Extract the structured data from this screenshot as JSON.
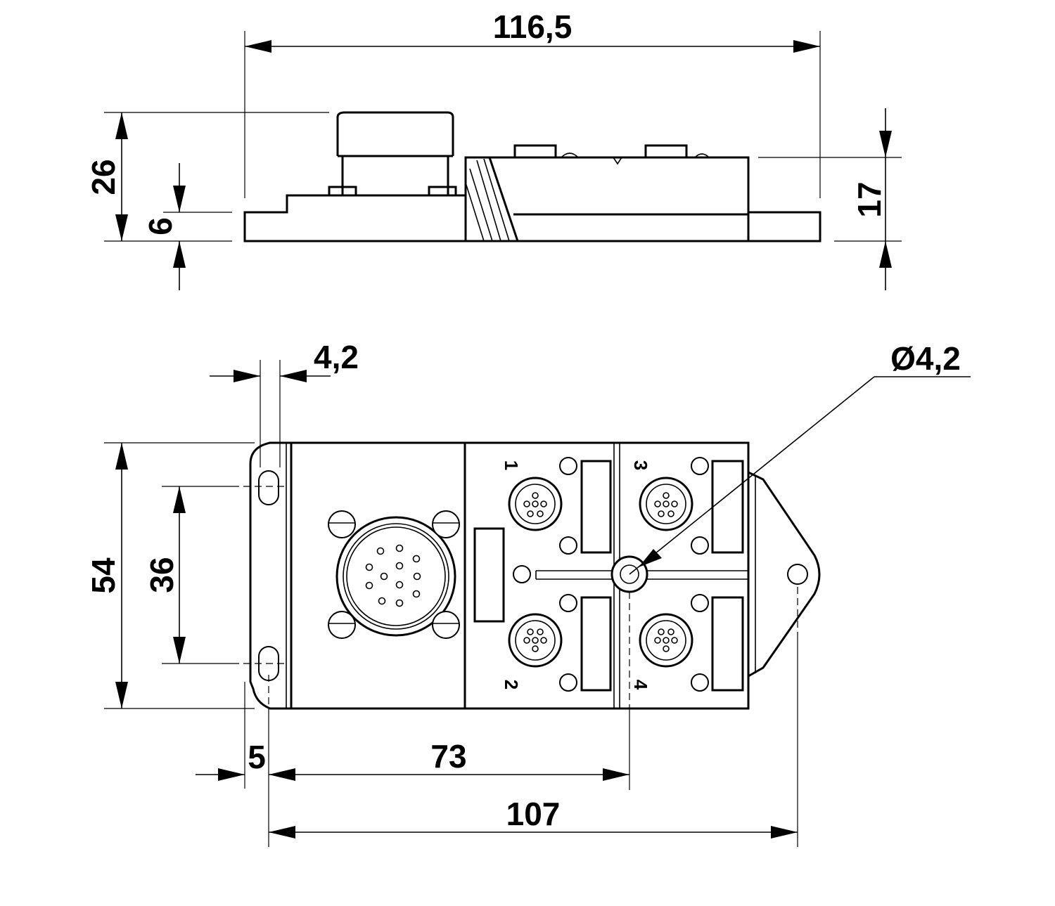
{
  "dimensions": {
    "overall_length": "116,5",
    "overall_height": "26",
    "base_height": "6",
    "housing_height": "17",
    "slot_width": "4,2",
    "hole_diameter": "Ø4,2",
    "width": "54",
    "hole_spacing": "36",
    "edge_offset": "5",
    "port_offset": "73",
    "hole_center_distance": "107"
  },
  "ports": [
    "1",
    "2",
    "3",
    "4"
  ]
}
